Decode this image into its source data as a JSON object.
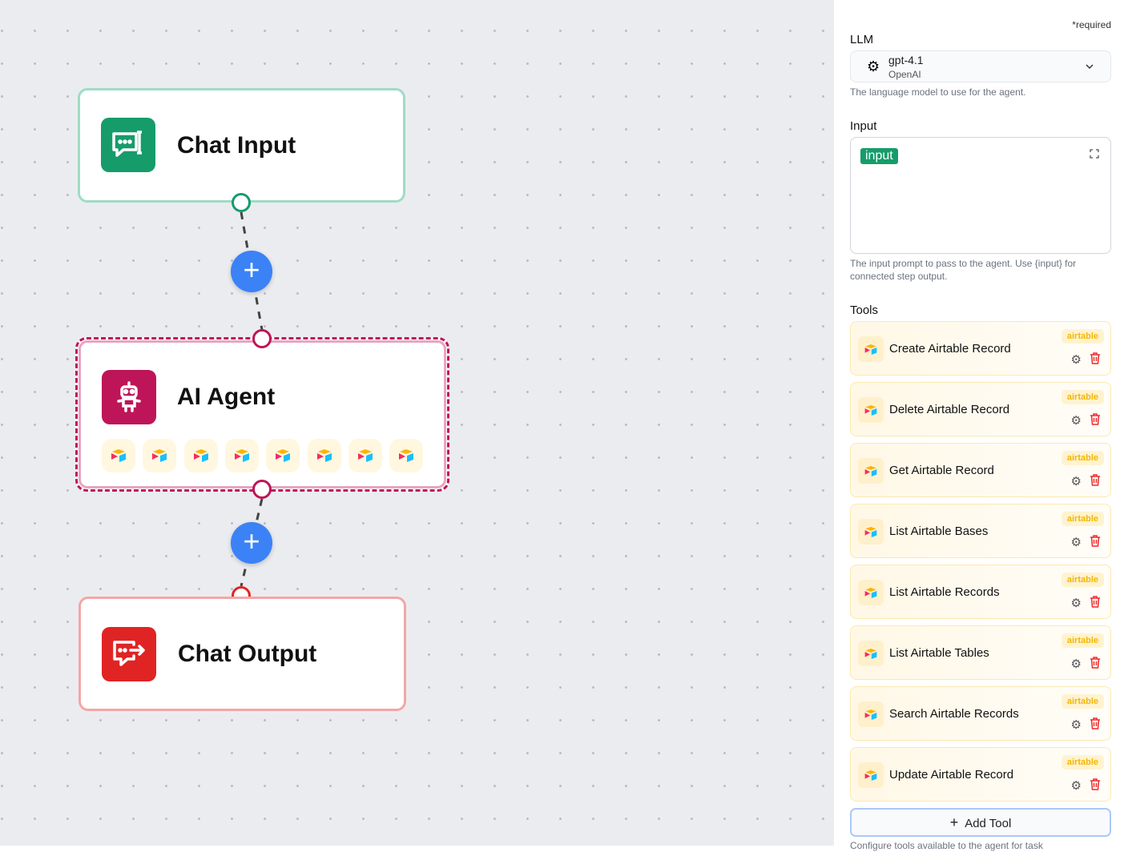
{
  "canvas": {
    "nodes": [
      {
        "title": "Chat Input",
        "color": "#169c6a",
        "icon": "chat-input-icon"
      },
      {
        "title": "AI Agent",
        "color": "#be1558",
        "icon": "robot-icon",
        "tool_count": 8,
        "tool_icon": "airtable-icon"
      },
      {
        "title": "Chat Output",
        "color": "#e02424",
        "icon": "chat-output-icon"
      }
    ],
    "add_step_label": "+"
  },
  "panel": {
    "required": "*required",
    "llm": {
      "label": "LLM",
      "model": "gpt-4.1",
      "provider": "OpenAI",
      "help": "The language model to use for the agent."
    },
    "input": {
      "label": "Input",
      "token": "input",
      "help": "The input prompt to pass to the agent. Use {input} for connected step output."
    },
    "tools": {
      "label": "Tools",
      "items": [
        {
          "name": "Create Airtable Record",
          "badge": "airtable"
        },
        {
          "name": "Delete Airtable Record",
          "badge": "airtable"
        },
        {
          "name": "Get Airtable Record",
          "badge": "airtable"
        },
        {
          "name": "List Airtable Bases",
          "badge": "airtable"
        },
        {
          "name": "List Airtable Records",
          "badge": "airtable"
        },
        {
          "name": "List Airtable Tables",
          "badge": "airtable"
        },
        {
          "name": "Search Airtable Records",
          "badge": "airtable"
        },
        {
          "name": "Update Airtable Record",
          "badge": "airtable"
        }
      ],
      "add_label": "Add Tool",
      "help": "Configure tools available to the agent for task"
    }
  }
}
